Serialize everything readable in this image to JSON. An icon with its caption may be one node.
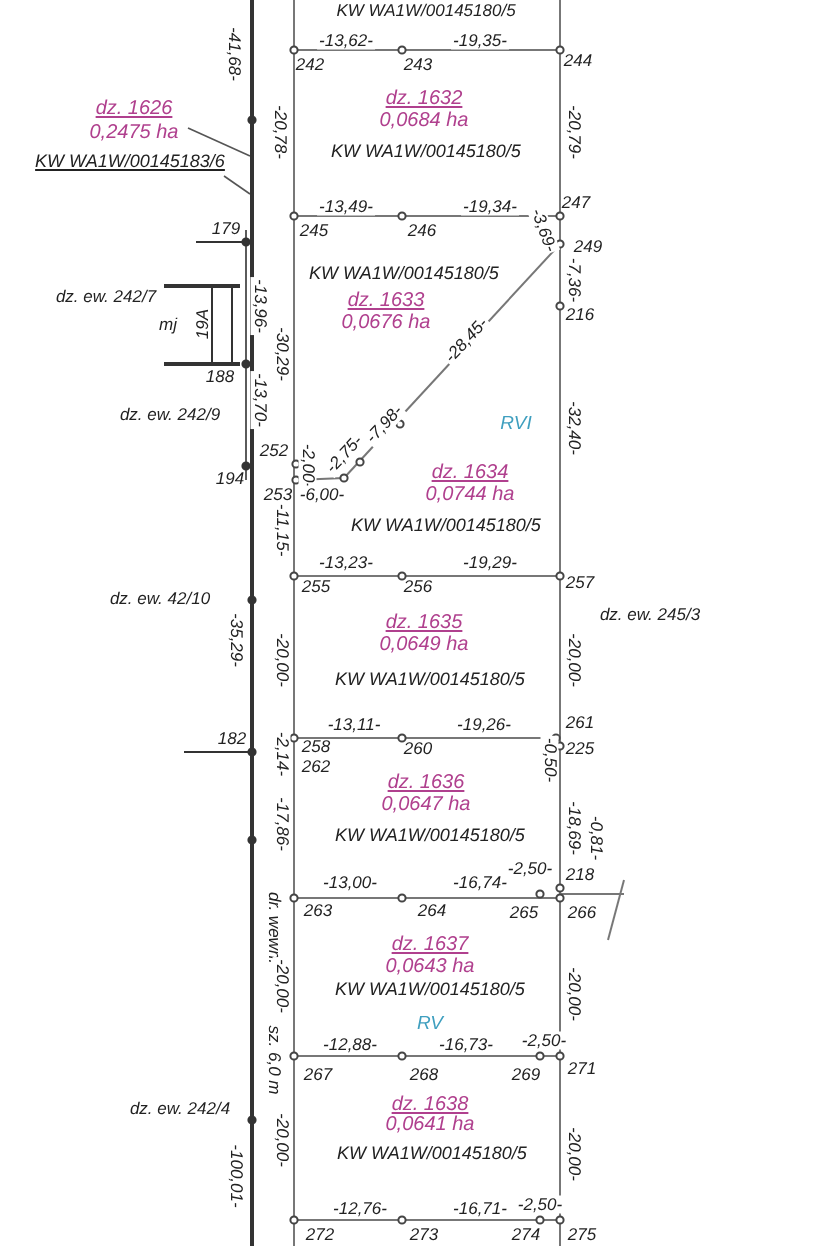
{
  "diagram": {
    "nodes": [
      {
        "text": [
          "dz. 1626",
          "0,2475 ha"
        ]
      },
      {
        "text": [
          "KW WA1W/00145183/6"
        ]
      },
      {
        "text": [
          "dz. 1632",
          "0,0684 ha",
          "KW WA1W/00145180/5"
        ]
      },
      {
        "text": [
          "KW WA1W/00145180/5",
          "dz. 1633",
          "0,0676 ha"
        ]
      },
      {
        "text": [
          "dz. 1634",
          "0,0744 ha",
          "KW WA1W/00145180/5"
        ]
      },
      {
        "text": [
          "dz. 1635",
          "0,0649 ha",
          "KW WA1W/00145180/5"
        ]
      },
      {
        "text": [
          "dz. 1636",
          "0,0647 ha",
          "KW WA1W/00145180/5"
        ]
      },
      {
        "text": [
          "dz. 1637",
          "0,0643 ha",
          "KW WA1W/00145180/5"
        ]
      },
      {
        "text": [
          "dz. 1638",
          "0,0641 ha",
          "KW WA1W/00145180/5"
        ]
      },
      {
        "text": [],
        "shape": "bar"
      }
    ],
    "edges": [
      {
        "from": 0,
        "to": 9,
        "arrow": "none"
      },
      {
        "from": 1,
        "to": 9,
        "arrow": "none"
      }
    ],
    "labels": [
      "KW WA1W/00145180/5",
      "-41,68-",
      "-13,62-",
      "-19,35-",
      "242",
      "243",
      "244",
      "-20,78-",
      "-20,79-",
      "-13,49-",
      "-19,34-",
      "247",
      "179",
      "245",
      "246",
      "-3,69-",
      "249",
      "-7,36-",
      "216",
      "dz. ew. 242/7",
      "-13,96-",
      "mj",
      "19A",
      "-30,29-",
      "188",
      "-28,45-",
      "-13,70-",
      "dz. ew. 242/9",
      "RVI",
      "-32,40-",
      "252",
      "-2,00-",
      "-2,75-",
      "-7,98-",
      "194",
      "253",
      "-6,00-",
      "-11,15-",
      "-13,23-",
      "-19,29-",
      "255",
      "256",
      "257",
      "dz. ew. 42/10",
      "-35,29-",
      "dz. ew. 245/3",
      "-20,00-",
      "-20,00-",
      "-13,11-",
      "-19,26-",
      "261",
      "182",
      "-2,14-",
      "258",
      "260",
      "-0,50-",
      "225",
      "262",
      "-17,86-",
      "-18,69-",
      "-0,81-",
      "-2,50-",
      "218",
      "dr. wewn.",
      "-13,00-",
      "-16,74-",
      "263",
      "264",
      "265",
      "266",
      "-20,00-",
      "-20,00-",
      "RV",
      "sz. 6,0 m",
      "-12,88-",
      "-16,73-",
      "-2,50-",
      "267",
      "268",
      "269",
      "271",
      "dz. ew. 242/4",
      "-100,01-",
      "-20,00-",
      "-20,00-",
      "-12,76-",
      "-16,71-",
      "-2,50-",
      "272",
      "273",
      "274",
      "275"
    ]
  }
}
